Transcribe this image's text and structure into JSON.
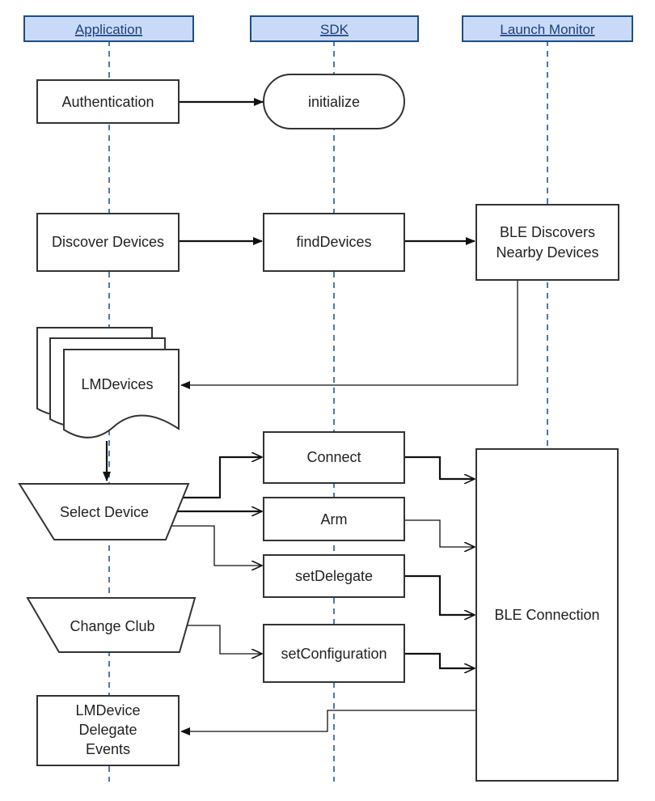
{
  "lanes": {
    "application": "Application",
    "sdk": "SDK",
    "launch_monitor": "Launch Monitor"
  },
  "nodes": {
    "authentication": "Authentication",
    "initialize": "initialize",
    "discover_devices": "Discover Devices",
    "find_devices": "findDevices",
    "ble_discovers_line1": "BLE Discovers",
    "ble_discovers_line2": "Nearby Devices",
    "lm_devices": "LMDevices",
    "select_device": "Select Device",
    "connect": "Connect",
    "arm": "Arm",
    "set_delegate": "setDelegate",
    "change_club": "Change Club",
    "set_configuration": "setConfiguration",
    "ble_connection": "BLE Connection",
    "lm_device_events_line1": "LMDevice",
    "lm_device_events_line2": "Delegate",
    "lm_device_events_line3": "Events"
  },
  "colors": {
    "header_fill": "#c9daf8",
    "header_border": "#1c4d86",
    "lifeline": "#1f5a96",
    "node_border": "#333333"
  }
}
